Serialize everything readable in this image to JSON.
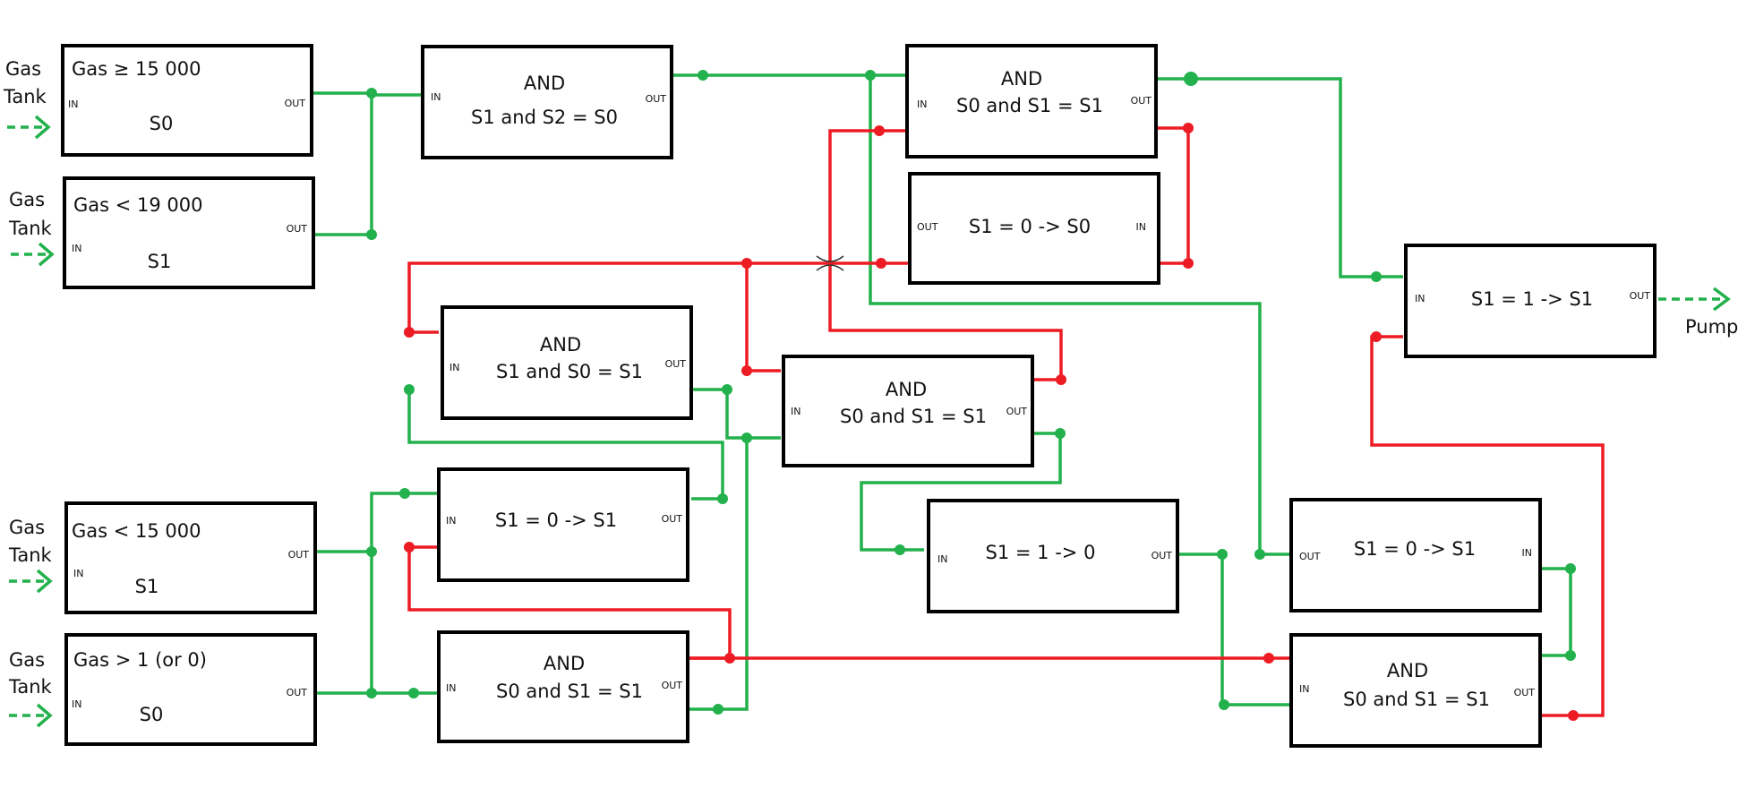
{
  "colors": {
    "signal_on": "#22b14c",
    "signal_off": "#ed1c24",
    "box_border": "#000000"
  },
  "blocks": {
    "g1": {
      "title": "Gas ≥ 15 000",
      "state": "S0",
      "in": "IN",
      "out": "OUT"
    },
    "g2": {
      "title": "Gas < 19 000",
      "state": "S1",
      "in": "IN",
      "out": "OUT"
    },
    "g3": {
      "title": "Gas < 15 000",
      "state": "S1",
      "in": "IN",
      "out": "OUT"
    },
    "g4": {
      "title": "Gas  > 1 (or 0)",
      "state": "S0",
      "in": "IN",
      "out": "OUT"
    },
    "a1": {
      "title": "AND",
      "expr": "S1 and S2 = S0",
      "in": "IN",
      "out": "OUT"
    },
    "a2": {
      "title": "AND",
      "expr": "S0 and S1 = S1",
      "in": "IN",
      "out": "OUT"
    },
    "m1": {
      "expr": "S1 = 0 -> S0",
      "in": "IN",
      "out": "OUT"
    },
    "a3": {
      "title": "AND",
      "expr": "S1 and S0 = S1",
      "in": "IN",
      "out": "OUT"
    },
    "a4": {
      "title": "AND",
      "expr": "S0 and S1 = S1",
      "in": "IN",
      "out": "OUT"
    },
    "m2": {
      "expr": "S1 = 0 -> S1",
      "in": "IN",
      "out": "OUT"
    },
    "a5": {
      "title": "AND",
      "expr": "S0 and S1 = S1",
      "in": "IN",
      "out": "OUT"
    },
    "m3": {
      "expr": "S1 = 1 -> 0",
      "in": "IN",
      "out": "OUT"
    },
    "p1": {
      "expr": "S1 = 1 -> S1",
      "in": "IN",
      "out": "OUT"
    },
    "m4": {
      "expr": "S1 = 0 -> S1",
      "in": "IN",
      "out": "OUT"
    },
    "a6": {
      "title": "AND",
      "expr": "S0 and S1 = S1",
      "in": "IN",
      "out": "OUT"
    }
  },
  "sources": [
    {
      "line1": "Gas",
      "line2": "Tank"
    },
    {
      "line1": "Gas",
      "line2": "Tank"
    },
    {
      "line1": "Gas",
      "line2": "Tank"
    },
    {
      "line1": "Gas",
      "line2": "Tank"
    }
  ],
  "output": {
    "label": "Pump"
  }
}
